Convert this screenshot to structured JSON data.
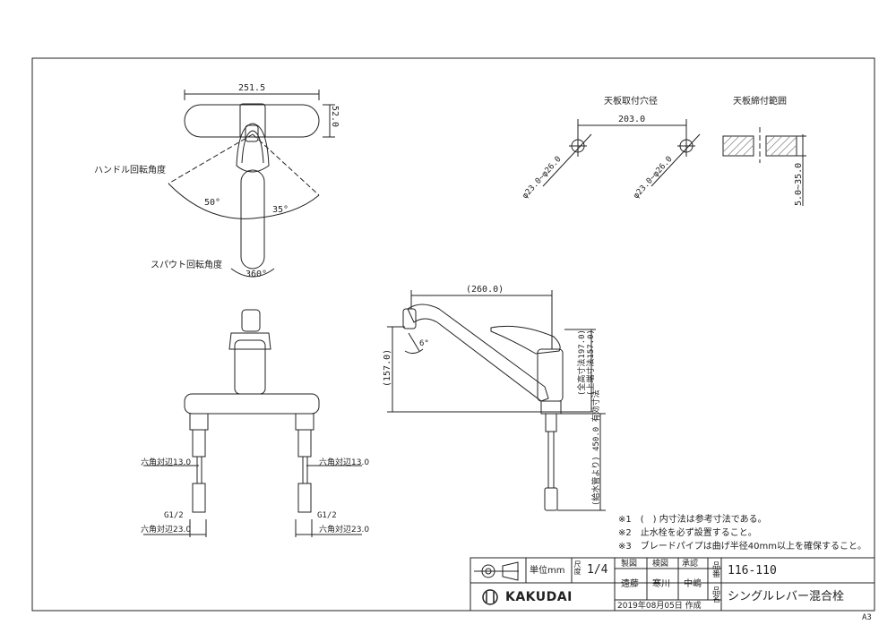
{
  "top_view": {
    "width_dim": "251.5",
    "height_dim": "52.0",
    "handle_label": "ハンドル回転角度",
    "angle_left": "50°",
    "angle_right": "35°",
    "spout_label": "スパウト回転角度",
    "spout_angle": "360°"
  },
  "mount_hole": {
    "title": "天板取付穴径",
    "span_dim": "203.0",
    "left_dia": "φ23.0~φ26.0",
    "right_dia": "φ23.0~φ26.0"
  },
  "clamp_range": {
    "title": "天板締付範囲",
    "range_dim": "5.0~35.0"
  },
  "side_view": {
    "reach_dim": "(260.0)",
    "height_dim": "(157.0)",
    "tilt_angle": "6°",
    "total_height": "(全高寸法197.0)",
    "counter_height": "(上端寸法157.0)",
    "hose_length": "(給水管より) 450.0 有効寸法"
  },
  "front_view": {
    "hex_left": "六角対辺13.0",
    "hex_right": "六角対辺13.0",
    "thread_left": "G1/2",
    "thread_right": "G1/2",
    "hex2_left": "六角対辺23.0",
    "hex2_right": "六角対辺23.0"
  },
  "notes": [
    "※1　(　) 内寸法は参考寸法である。",
    "※2　止水栓を必ず設置すること。",
    "※3　ブレードパイプは曲げ半径40mm以上を確保すること。"
  ],
  "title_block": {
    "unit": "単位mm",
    "scale_label": "尺度",
    "scale": "1/4",
    "draft_label": "製図",
    "check_label": "検図",
    "approve_label": "承認",
    "draft_name": "遠藤",
    "check_name": "寒川",
    "approve_name": "中嶋",
    "number_label": "品番",
    "product_number": "116-110",
    "name_label": "品名",
    "product_name": "シングルレバー混合栓",
    "brand": "KAKUDAI",
    "date": "2019年08月05日 作成",
    "sheet_size": "A3"
  }
}
